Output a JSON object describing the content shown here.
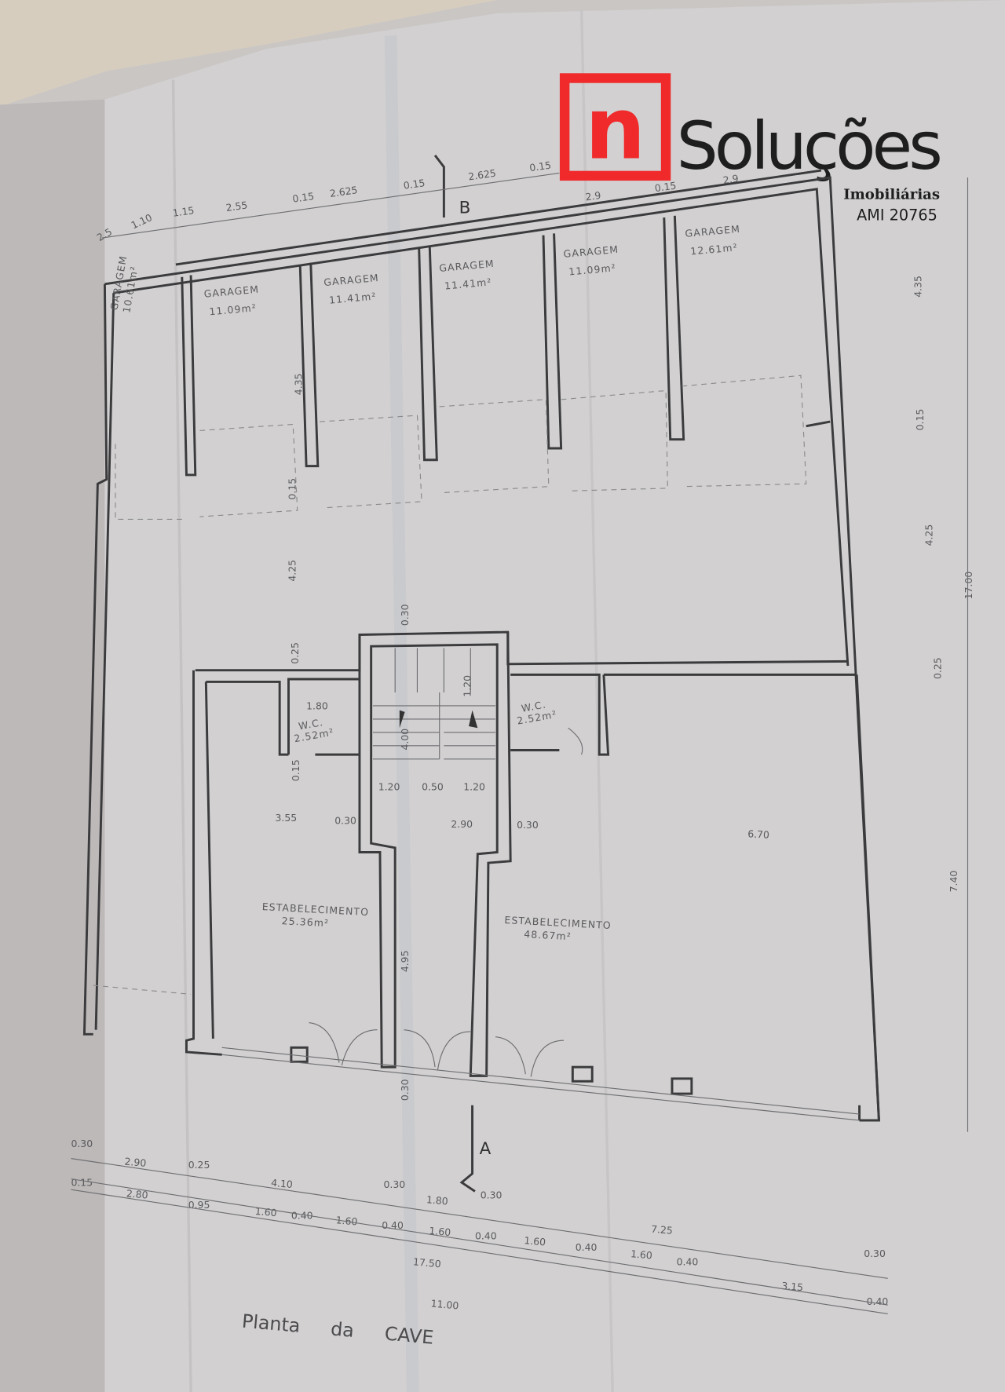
{
  "logo": {
    "letter": "n",
    "name": "Soluções",
    "subtitle": "Imobiliárias",
    "license": "AMI 20765",
    "accent_color": "#f02a2a"
  },
  "plan": {
    "title": "Planta da CAVE",
    "section_marks": [
      "B",
      "A"
    ],
    "garages": [
      {
        "label": "GARAGEM",
        "area": "10.61m²"
      },
      {
        "label": "GARAGEM",
        "area": "11.09m²"
      },
      {
        "label": "GARAGEM",
        "area": "11.41m²"
      },
      {
        "label": "GARAGEM",
        "area": "11.41m²"
      },
      {
        "label": "GARAGEM",
        "area": "11.09m²"
      },
      {
        "label": "GARAGEM",
        "area": "12.61m²"
      }
    ],
    "wcs": [
      {
        "label": "W.C.",
        "area": "2.52m²"
      },
      {
        "label": "W.C.",
        "area": "2.52m²"
      }
    ],
    "shops": [
      {
        "label": "ESTABELECIMENTO",
        "area": "25.36m²"
      },
      {
        "label": "ESTABELECIMENTO",
        "area": "48.67m²"
      }
    ]
  },
  "dimensions": {
    "top": [
      "2.5",
      "1.10",
      "1.15",
      "2.55",
      "0.15",
      "2.625",
      "0.15",
      "2.625",
      "0.15",
      "2.9",
      "0.15",
      "2.9"
    ],
    "right": [
      "4.35",
      "0.15",
      "4.25",
      "17.00",
      "0.25",
      "7.40"
    ],
    "interior": [
      "4.35",
      "0.15",
      "4.25",
      "0.25",
      "0.30",
      "1.20",
      "1.80",
      "4.00",
      "0.15",
      "1.20",
      "0.50",
      "1.20",
      "3.55",
      "0.30",
      "2.90",
      "0.30",
      "6.70",
      "4.95",
      "0.30"
    ],
    "bottom_row1": [
      "0.30",
      "2.90",
      "0.25",
      "4.10",
      "0.30",
      "1.80",
      "0.30",
      "7.25",
      "0.30"
    ],
    "bottom_row2": [
      "0.15",
      "2.80",
      "0.95",
      "1.60",
      "0.40",
      "1.60",
      "0.40",
      "1.60",
      "0.40",
      "1.60",
      "0.40",
      "1.60",
      "0.40",
      "3.15",
      "0.40"
    ],
    "totals": [
      "17.50",
      "11.00"
    ]
  }
}
